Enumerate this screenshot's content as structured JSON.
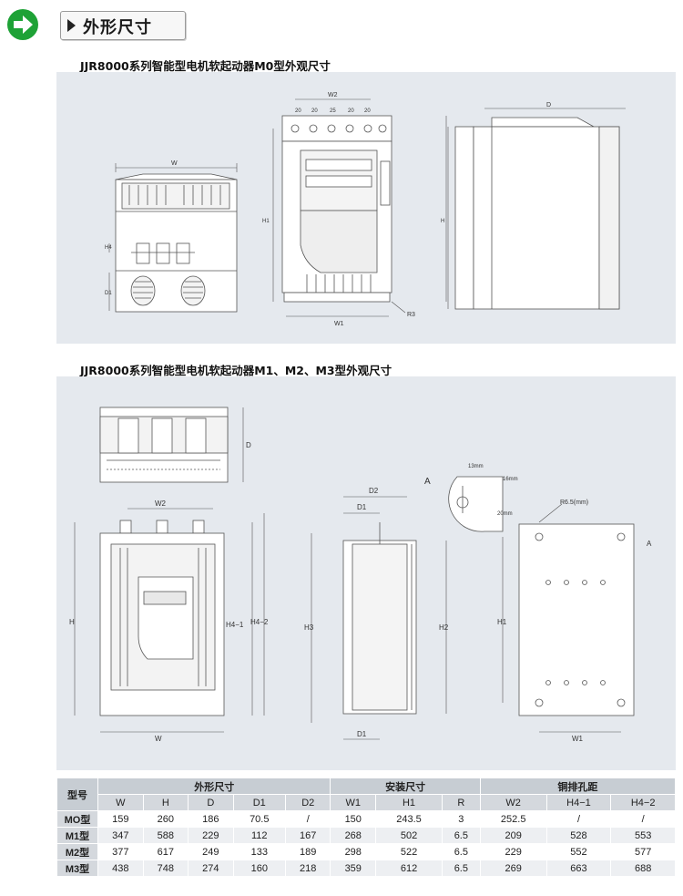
{
  "section_title": "外形尺寸",
  "m0": {
    "title": "JJR8000系列智能型电机软起动器M0型外观尺寸",
    "labels": {
      "W": "W",
      "H": "H",
      "H1": "H1",
      "D": "D",
      "D1": "D1",
      "W1": "W1",
      "W2": "W2",
      "R3": "R3",
      "H4": "H4"
    },
    "w2_spacings": [
      "20",
      "20",
      "25",
      "20",
      "20"
    ]
  },
  "m123": {
    "title": "JJR8000系列智能型电机软起动器M1、M2、M3型外观尺寸",
    "labels": {
      "W": "W",
      "W2": "W2",
      "H": "H",
      "H41": "H4−1",
      "H42": "H4−2",
      "D": "D",
      "D1": "D1",
      "D2": "D2",
      "H2": "H2",
      "H3": "H3",
      "H1": "H1",
      "W1": "W1",
      "A": "A",
      "r65": "R6.5(mm)",
      "mm13": "13mm",
      "mm16": "16mm",
      "mm20": "20mm"
    }
  },
  "table": {
    "model_header": "型号",
    "groups": [
      "外形尺寸",
      "安装尺寸",
      "铜排孔距"
    ],
    "columns": [
      "W",
      "H",
      "D",
      "D1",
      "D2",
      "W1",
      "H1",
      "R",
      "W2",
      "H4−1",
      "H4−2"
    ],
    "rows": [
      {
        "model": "MO型",
        "values": [
          "159",
          "260",
          "186",
          "70.5",
          "/",
          "150",
          "243.5",
          "3",
          "252.5",
          "/",
          "/"
        ]
      },
      {
        "model": "M1型",
        "values": [
          "347",
          "588",
          "229",
          "112",
          "167",
          "268",
          "502",
          "6.5",
          "209",
          "528",
          "553"
        ]
      },
      {
        "model": "M2型",
        "values": [
          "377",
          "617",
          "249",
          "133",
          "189",
          "298",
          "522",
          "6.5",
          "229",
          "552",
          "577"
        ]
      },
      {
        "model": "M3型",
        "values": [
          "438",
          "748",
          "274",
          "160",
          "218",
          "359",
          "612",
          "6.5",
          "269",
          "663",
          "688"
        ]
      }
    ]
  }
}
